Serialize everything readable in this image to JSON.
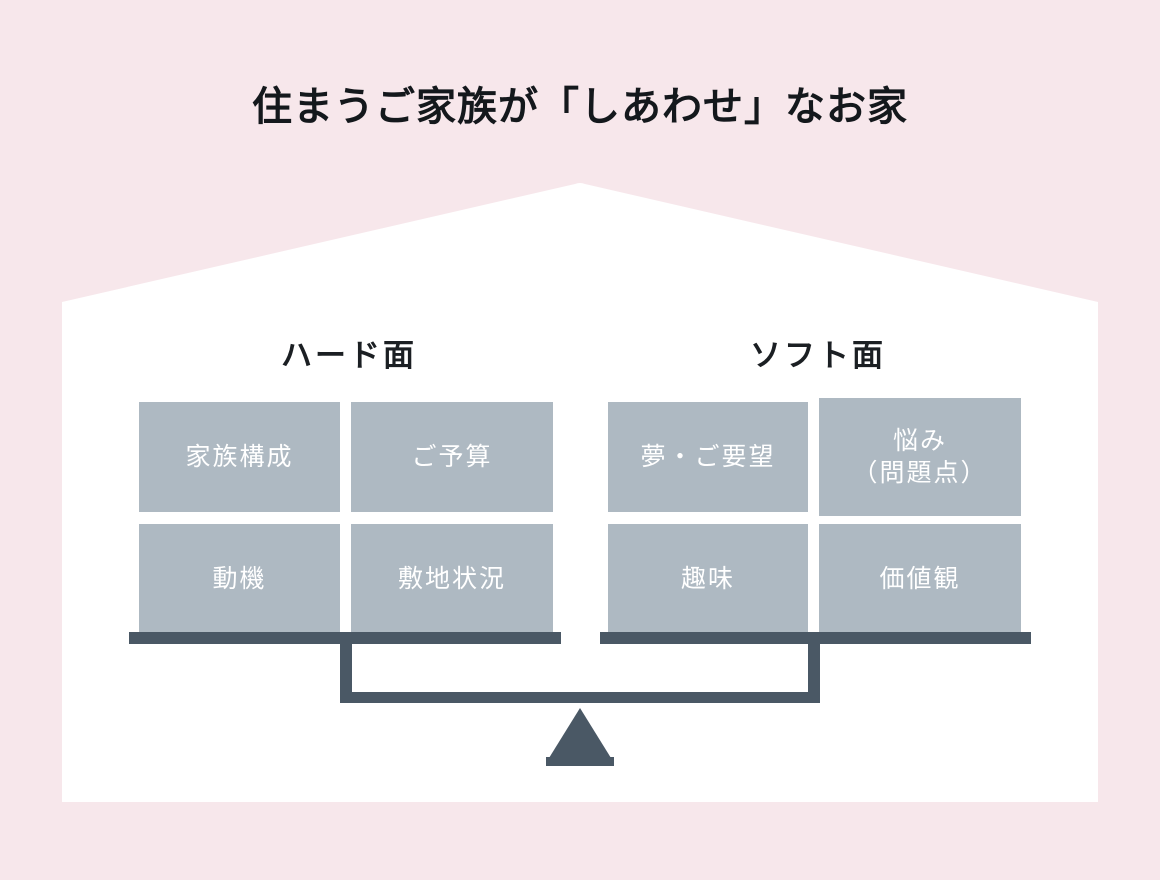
{
  "page": {
    "title": "住まうご家族が「しあわせ」なお家",
    "background_color": "#f7e7eb",
    "house_color": "#ffffff",
    "box_color": "#aeb9c2",
    "box_text_color": "#ffffff",
    "scale_color": "#4a5865",
    "title_color": "#14181c"
  },
  "columns": {
    "hard": {
      "heading": "ハード面",
      "boxes": [
        {
          "label": "家族構成"
        },
        {
          "label": "ご予算"
        },
        {
          "label": "動機"
        },
        {
          "label": "敷地状況"
        }
      ]
    },
    "soft": {
      "heading": "ソフト面",
      "boxes": [
        {
          "label": "夢・ご要望"
        },
        {
          "label_line1": "悩み",
          "label_line2": "（問題点）"
        },
        {
          "label": "趣味"
        },
        {
          "label": "価値観"
        }
      ]
    }
  },
  "scale": {
    "name": "balance-scale",
    "fulcrum": "triangle"
  }
}
